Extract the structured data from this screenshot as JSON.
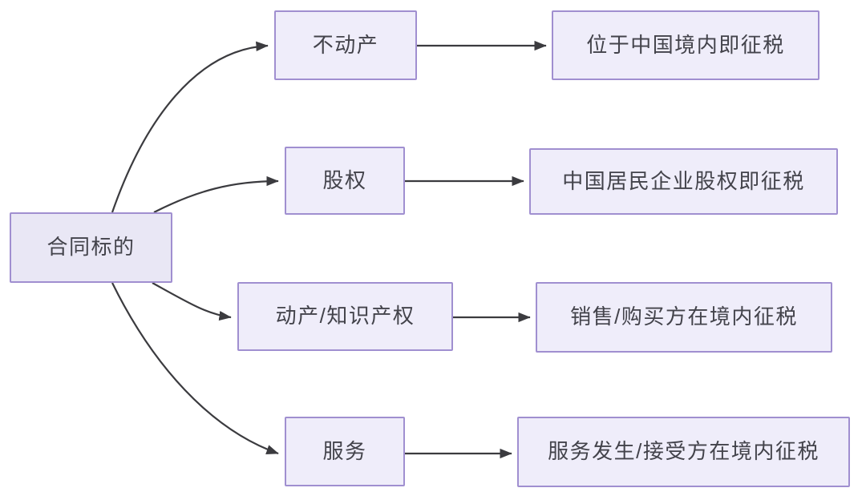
{
  "diagram": {
    "type": "flowchart",
    "root": {
      "label": "合同标的"
    },
    "branches": [
      {
        "category": "不动产",
        "rule": "位于中国境内即征税"
      },
      {
        "category": "股权",
        "rule": "中国居民企业股权即征税"
      },
      {
        "category": "动产/知识产权",
        "rule": "销售/购买方在境内征税"
      },
      {
        "category": "服务",
        "rule": "服务发生/接受方在境内征税"
      }
    ],
    "colors": {
      "background": "#FFFFFF",
      "node_border": "#A08FD0",
      "root_fill": "#E9E7F5",
      "node_fill": "#EFEDFA",
      "arrow": "#3B3B3F",
      "text": "#43434B"
    }
  }
}
